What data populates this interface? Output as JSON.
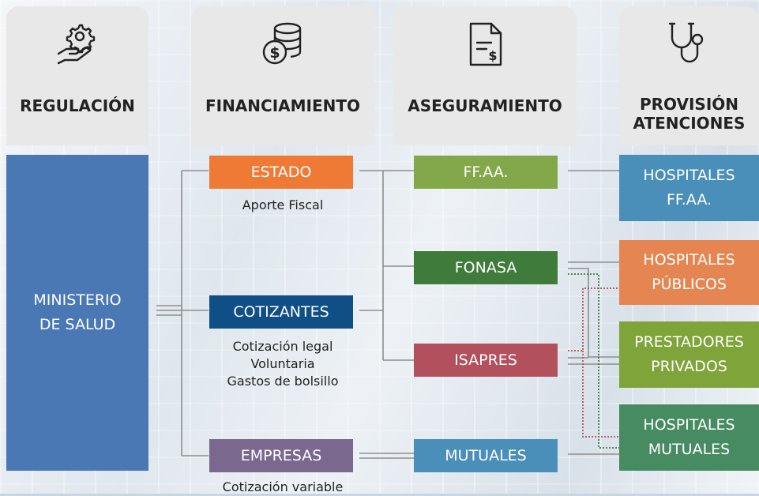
{
  "headers": {
    "regulacion": "REGULACIÓN",
    "financiamiento": "FINANCIAMIENTO",
    "aseguramiento": "ASEGURAMIENTO",
    "provision_1": "PROVISIÓN",
    "provision_2": "ATENCIONES"
  },
  "icons": [
    "hand-gear-icon",
    "coins-dollar-icon",
    "invoice-dollar-icon",
    "stethoscope-icon"
  ],
  "regulacion": {
    "line1": "MINISTERIO",
    "line2": "DE SALUD"
  },
  "financiamiento": {
    "estado": {
      "label": "ESTADO",
      "sub": [
        "Aporte Fiscal"
      ]
    },
    "cotizantes": {
      "label": "COTIZANTES",
      "sub": [
        "Cotización legal",
        "Voluntaria",
        "Gastos de bolsillo"
      ]
    },
    "empresas": {
      "label": "EMPRESAS",
      "sub": [
        "Cotización variable"
      ]
    }
  },
  "aseguramiento": {
    "ffaa": "FF.AA.",
    "fonasa": "FONASA",
    "isapres": "ISAPRES",
    "mutuales": "MUTUALES"
  },
  "provision": {
    "hosp_ffaa": [
      "HOSPITALES",
      "FF.AA."
    ],
    "hosp_publicos": [
      "HOSPITALES",
      "PÚBLICOS"
    ],
    "prestadores": [
      "PRESTADORES",
      "PRIVADOS"
    ],
    "hosp_mutuales": [
      "HOSPITALES",
      "MUTUALES"
    ]
  },
  "colors": {
    "ministerio": "#4a78b5",
    "estado": "#ef7a36",
    "cotizantes": "#0f4f86",
    "empresas": "#7a688f",
    "ffaa": "#82a84a",
    "fonasa": "#3f7b3a",
    "isapres": "#b2505d",
    "mutuales": "#4a8fb9",
    "hosp_ffaa": "#4a8fb9",
    "hosp_publicos": "#e58652",
    "prestadores": "#7fa43a",
    "hosp_mutuales": "#478b63"
  }
}
